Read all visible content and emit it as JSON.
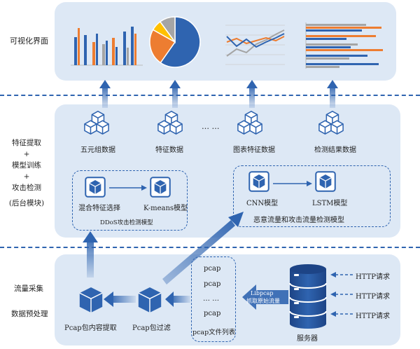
{
  "sections": {
    "visual": "可视化界面",
    "backend": [
      "特征提取",
      "+",
      "模型训练",
      "+",
      "攻击检测",
      "(后台模块)"
    ],
    "collect": [
      "流量采集",
      "数据预处理"
    ]
  },
  "data_items": {
    "tuple": "五元组数据",
    "feature": "特征数据",
    "ellipsis": "… …",
    "chart_feature": "图表特征数据",
    "result": "检测结果数据"
  },
  "ddos": {
    "feature_select": "混合特征选择",
    "kmeans": "K-means模型",
    "caption": "DDoS攻击检测模型"
  },
  "malicious": {
    "cnn": "CNN模型",
    "lstm": "LSTM模型",
    "caption": "恶意流量和攻击流量检测模型"
  },
  "pcap": {
    "items": [
      "pcap",
      "pcap",
      "… …",
      "pcap"
    ],
    "caption": "pcap文件列表",
    "content_extract": "Pcap包内容提取",
    "filter": "Pcap包过滤"
  },
  "libpcap": [
    "Libpcap",
    "抓取原始流量"
  ],
  "server": "服务器",
  "http": [
    "HTTP请求",
    "HTTP请求",
    "HTTP请求"
  ],
  "colors": {
    "accent_blue": "#2f64b0",
    "panel": "#dde8f5",
    "orange": "#ed7d31",
    "gray": "#a5a5a5",
    "yellow": "#ffc000"
  }
}
